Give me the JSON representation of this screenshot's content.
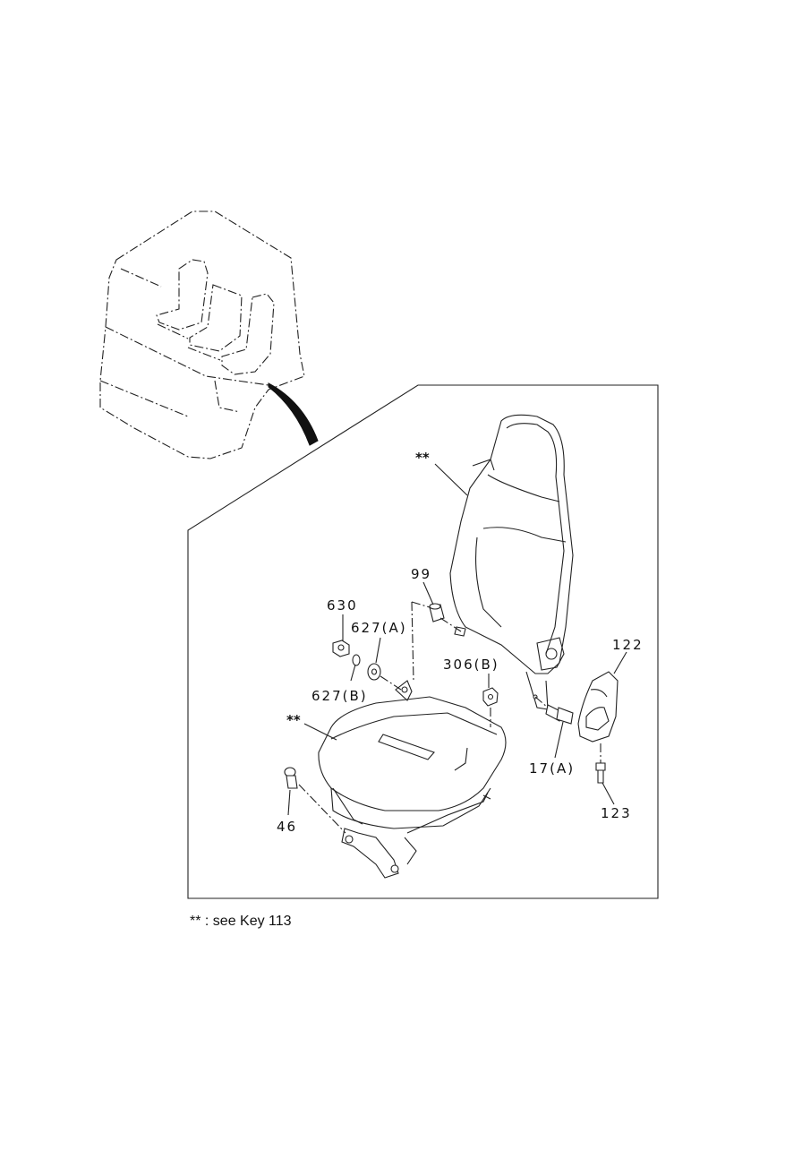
{
  "labels": {
    "backrest_ref": "**",
    "cushion_ref": "**",
    "p99": "99",
    "p630": "630",
    "p627a": "627(A)",
    "p627b": "627(B)",
    "p306b": "306(B)",
    "p122": "122",
    "p17a": "17(A)",
    "p123": "123",
    "p46": "46"
  },
  "footnote": "** : see Key 113"
}
